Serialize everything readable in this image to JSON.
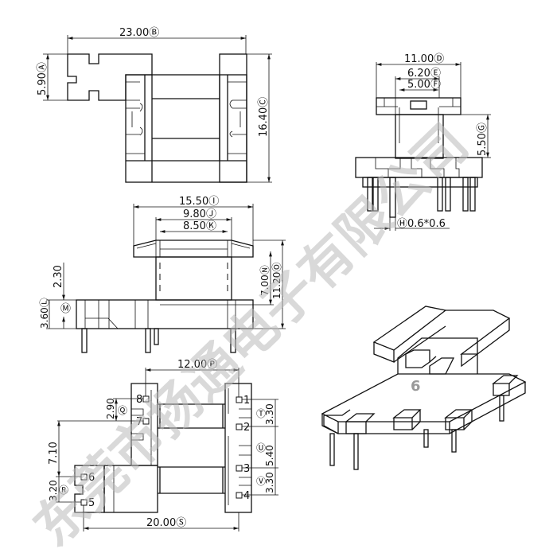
{
  "drawing": {
    "watermark": "东莞市扬通电子有限公司",
    "top_view": {
      "dim_b": "23.00Ⓑ",
      "dim_a": "5.90Ⓐ",
      "dim_c": "16.40Ⓒ"
    },
    "front_view": {
      "dim_d": "11.00Ⓓ",
      "dim_e": "6.20Ⓔ",
      "dim_f": "5.00Ⓕ",
      "dim_g": "5.50Ⓖ",
      "dim_h": "Ⓗ0.6*0.6"
    },
    "side_view": {
      "dim_i": "15.50Ⓘ",
      "dim_j": "9.80Ⓙ",
      "dim_k": "8.50Ⓚ",
      "dim_230": "2.30",
      "dim_l": "3.60Ⓛ",
      "label_m": "Ⓜ",
      "dim_n": "7.00Ⓝ",
      "dim_o": "11.20Ⓞ"
    },
    "bottom_view": {
      "dim_p": "12.00Ⓟ",
      "dim_q": "2.90",
      "label_q": "Ⓠ",
      "dim_710": "7.10",
      "dim_r": "3.20",
      "label_r": "Ⓡ",
      "dim_s": "20.00Ⓢ",
      "dim_t": "3.30",
      "label_t": "Ⓣ",
      "dim_u": "5.40",
      "label_u": "Ⓤ",
      "dim_v": "3.30",
      "label_v": "Ⓥ",
      "pins": [
        "1",
        "2",
        "3",
        "4",
        "5",
        "6",
        "7",
        "8"
      ]
    },
    "iso_view": {
      "pin_count_label": "6"
    }
  }
}
